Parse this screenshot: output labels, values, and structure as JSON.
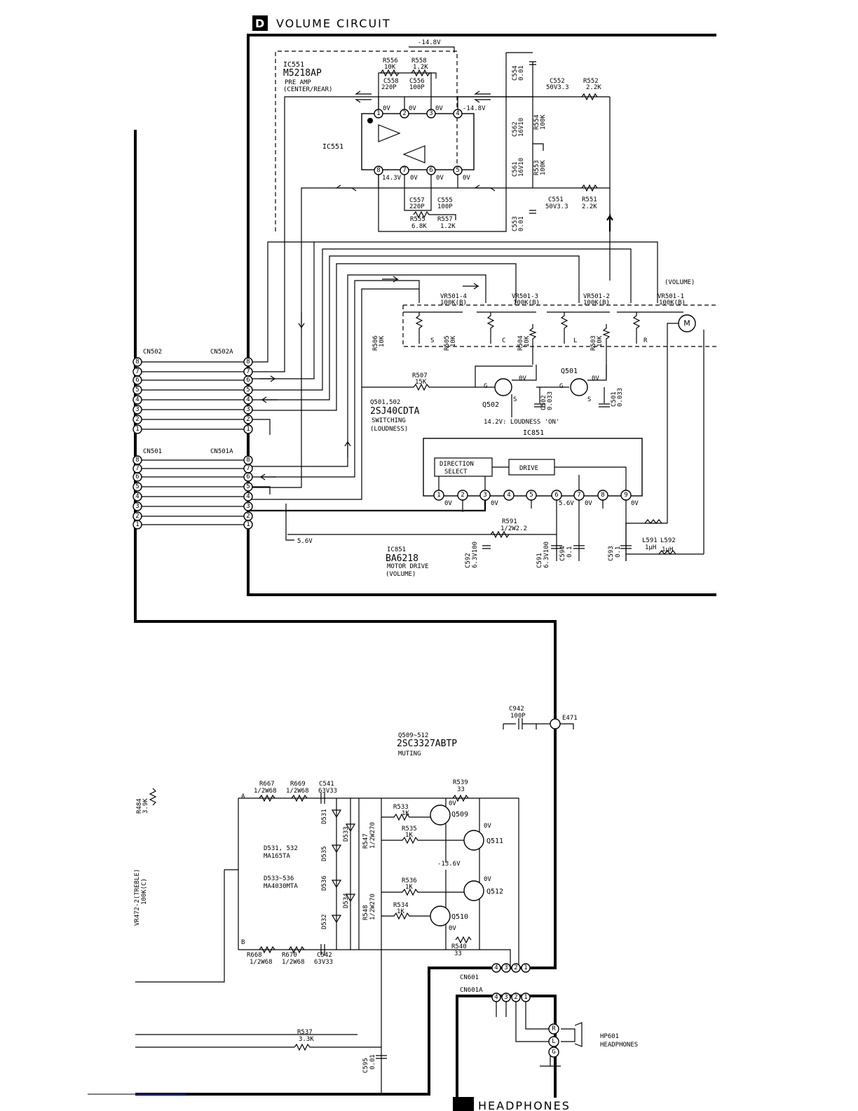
{
  "title": {
    "badge": "D",
    "text": "VOLUME CIRCUIT"
  },
  "ic551": {
    "ref": "IC551",
    "part": "M5218AP",
    "func1": "PRE AMP",
    "func2": "(CENTER/REAR)",
    "body_label": "IC551",
    "pins": [
      "1",
      "2",
      "3",
      "4",
      "5",
      "6",
      "7",
      "8"
    ],
    "voltages": {
      "top_rail": "-14.8V",
      "p4": "-14.8V",
      "p1": "0V",
      "p2": "0V",
      "p3": "0V",
      "p8": "14.3V",
      "p7": "0V",
      "p6": "0V",
      "p5": "0V"
    }
  },
  "parts_top": [
    {
      "ref": "R556",
      "val": "10K"
    },
    {
      "ref": "R558",
      "val": "1.2K"
    },
    {
      "ref": "C558",
      "val": "220P"
    },
    {
      "ref": "C556",
      "val": "100P"
    },
    {
      "ref": "C554",
      "val": "0.01"
    },
    {
      "ref": "C552",
      "val": "50V3.3"
    },
    {
      "ref": "R552",
      "val": "2.2K"
    },
    {
      "ref": "C562",
      "val": "16V10"
    },
    {
      "ref": "R554",
      "val": "100K"
    },
    {
      "ref": "C561",
      "val": "16V10"
    },
    {
      "ref": "R553",
      "val": "100K"
    },
    {
      "ref": "C557",
      "val": "220P"
    },
    {
      "ref": "C555",
      "val": "100P"
    },
    {
      "ref": "R555",
      "val": "6.8K"
    },
    {
      "ref": "R557",
      "val": "1.2K"
    },
    {
      "ref": "C551",
      "val": "50V3.3"
    },
    {
      "ref": "R551",
      "val": "2.2K"
    },
    {
      "ref": "C553",
      "val": "0.01"
    }
  ],
  "volume": {
    "label": "(VOLUME)",
    "pots": [
      {
        "ref": "VR501-4",
        "val": "100K(B)",
        "ch": "S"
      },
      {
        "ref": "VR501-3",
        "val": "100K(B)",
        "ch": "C"
      },
      {
        "ref": "VR501-2",
        "val": "100K(B)",
        "ch": "L"
      },
      {
        "ref": "VR501-1",
        "val": "100K(B)",
        "ch": "R"
      }
    ],
    "resistors": [
      {
        "ref": "R506",
        "val": "10K"
      },
      {
        "ref": "R505",
        "val": "10K"
      },
      {
        "ref": "R504",
        "val": "10K"
      },
      {
        "ref": "R503",
        "val": "10K"
      }
    ],
    "motor": "M"
  },
  "loudness": {
    "r507": {
      "ref": "R507",
      "val": "15K"
    },
    "q501": "Q501",
    "q502": "Q502",
    "qv": "0V",
    "c502": {
      "ref": "C502",
      "val": "0.033"
    },
    "c501": {
      "ref": "C501",
      "val": "0.033"
    },
    "part_refs": "Q501,502",
    "part": "2SJ40CDTA",
    "func1": "SWITCHING",
    "func2": "(LOUDNESS)",
    "note": "14.2V: LOUDNESS 'ON'"
  },
  "connectors": {
    "cn502": "CN502",
    "cn502a": "CN502A",
    "cn501": "CN501",
    "cn501a": "CN501A",
    "pins": [
      "8",
      "7",
      "6",
      "5",
      "4",
      "3",
      "2",
      "1"
    ]
  },
  "ic851": {
    "ref": "IC851",
    "part": "BA6218",
    "func1": "MOTOR DRIVE",
    "func2": "(VOLUME)",
    "block1a": "DIRECTION",
    "block1b": "SELECT",
    "block2": "DRIVE",
    "pins": [
      "1",
      "2",
      "3",
      "4",
      "5",
      "6",
      "7",
      "8",
      "9"
    ],
    "v_pin1": "0V",
    "v_pin3": "0V",
    "v_pin6": "5.6V",
    "v_pin7": "0V",
    "v_pin9": "0V",
    "rail": "5.6V"
  },
  "parts_ic851": [
    {
      "ref": "R591",
      "val": "1/2W2.2"
    },
    {
      "ref": "C592",
      "val": "6.3V100"
    },
    {
      "ref": "C591",
      "val": "6.3V100"
    },
    {
      "ref": "C594",
      "val": "0.1"
    },
    {
      "ref": "C593",
      "val": "0.1"
    },
    {
      "ref": "L591",
      "val": "1µH"
    },
    {
      "ref": "L592",
      "val": "1µH"
    }
  ],
  "muting": {
    "part_refs": "Q509~512",
    "part": "2SC3327ABTP",
    "func": "MUTING",
    "c942": {
      "ref": "C942",
      "val": "100P"
    },
    "e471": "E471",
    "r667": {
      "ref": "R667",
      "val": "1/2W68"
    },
    "r669": {
      "ref": "R669",
      "val": "1/2W68"
    },
    "c541": {
      "ref": "C541",
      "val": "63V33"
    },
    "r539": {
      "ref": "R539",
      "val": "33"
    },
    "r668": {
      "ref": "R668",
      "val": "1/2W68"
    },
    "r670": {
      "ref": "R670",
      "val": "1/2W68"
    },
    "c542": {
      "ref": "C542",
      "val": "63V33"
    },
    "r540": {
      "ref": "R540",
      "val": "33"
    },
    "r533": {
      "ref": "R533",
      "val": "1K"
    },
    "r535": {
      "ref": "R535",
      "val": "1K"
    },
    "r536": {
      "ref": "R536",
      "val": "1K"
    },
    "r534": {
      "ref": "R534",
      "val": "1K"
    },
    "r547": {
      "ref": "R547",
      "val": "1/2W270"
    },
    "r548": {
      "ref": "R548",
      "val": "1/2W270"
    },
    "q509": "Q509",
    "q510": "Q510",
    "q511": "Q511",
    "q512": "Q512",
    "v0": "0V",
    "vneg": "-13.6V",
    "diodes": [
      "D531",
      "D533",
      "D535",
      "D536",
      "D534",
      "D532"
    ],
    "d_note1a": "D531, 532",
    "d_note1b": "MA165TA",
    "d_note2a": "D533~536",
    "d_note2b": "MA4030MTA",
    "line_a": "A",
    "line_b": "B"
  },
  "left_side": {
    "r484": "R484",
    "r484v": "3.9K",
    "vr": "VR472-2(TREBLE)",
    "vrv": "100K(C)"
  },
  "bottom": {
    "r537": {
      "ref": "R537",
      "val": "3.3K"
    },
    "c595": {
      "ref": "C595",
      "val": "0.01"
    },
    "cn601": "CN601",
    "cn601a": "CN601A",
    "cn_pins": [
      "4",
      "3",
      "2",
      "1"
    ],
    "jack_pins": [
      "R",
      "L",
      "G"
    ],
    "hp601": "HP601",
    "hp_label": "HEADPHONES",
    "bottom_text": "HEADPHONES"
  }
}
